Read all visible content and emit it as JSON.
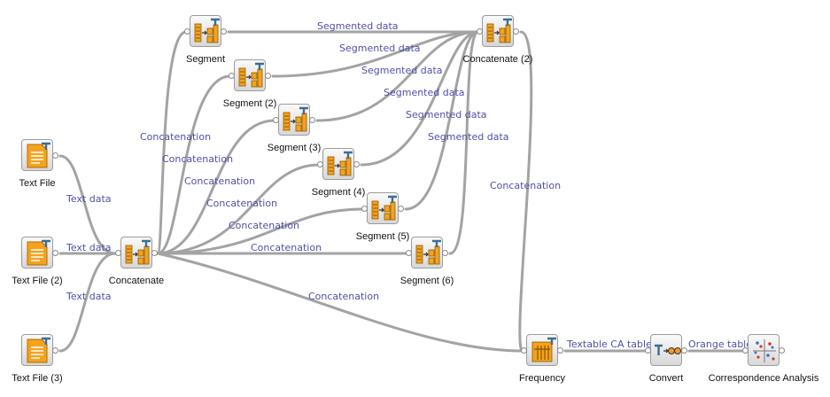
{
  "nodes": {
    "text_file": "Text File",
    "text_file_2": "Text File (2)",
    "text_file_3": "Text File (3)",
    "concatenate": "Concatenate",
    "segment": "Segment",
    "segment_2": "Segment (2)",
    "segment_3": "Segment (3)",
    "segment_4": "Segment (4)",
    "segment_5": "Segment (5)",
    "segment_6": "Segment (6)",
    "concatenate_2": "Concatenate (2)",
    "frequency": "Frequency",
    "convert": "Convert",
    "correspondence_analysis": "Correspondence Analysis"
  },
  "links": {
    "text_data": "Text data",
    "concatenation": "Concatenation",
    "segmented_data": "Segmented data",
    "textable_ca_table": "Textable CA table",
    "orange_table": "Orange table"
  },
  "colors": {
    "wire": "#a3a3a3",
    "link_label": "#4f4faa",
    "text_icon": "#f5a21d"
  }
}
